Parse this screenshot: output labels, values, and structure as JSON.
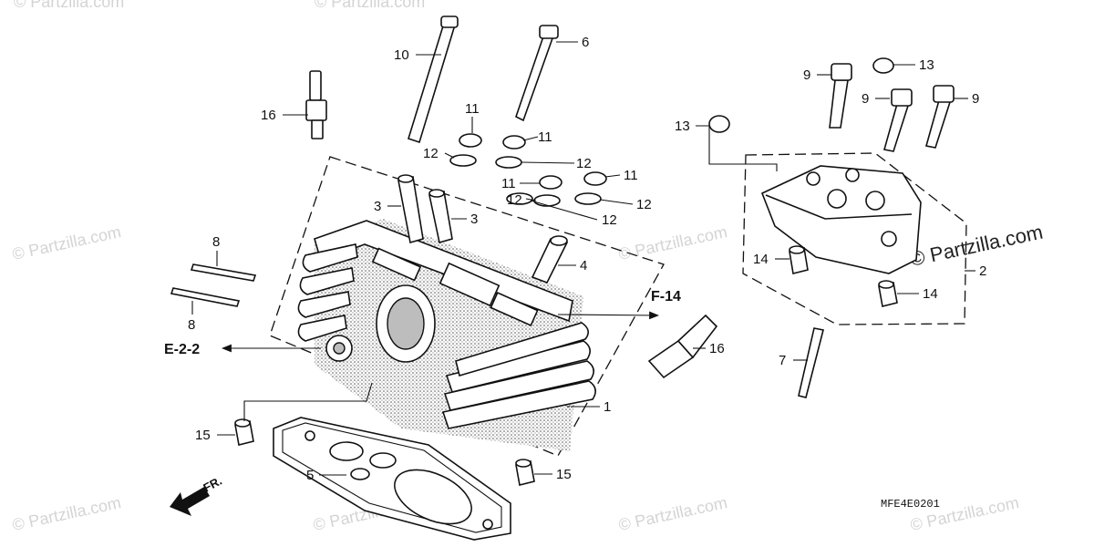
{
  "diagram": {
    "code": "MFE4E0201",
    "watermark": "© Partzilla.com",
    "direction_label": "FR."
  },
  "callouts": [
    "1",
    "2",
    "3",
    "3",
    "4",
    "5",
    "6",
    "7",
    "8",
    "8",
    "9",
    "9",
    "9",
    "10",
    "11",
    "11",
    "11",
    "11",
    "12",
    "12",
    "12",
    "12",
    "12",
    "13",
    "13",
    "14",
    "14",
    "15",
    "15",
    "16",
    "16"
  ],
  "references": [
    "F-14",
    "E-2-2"
  ]
}
